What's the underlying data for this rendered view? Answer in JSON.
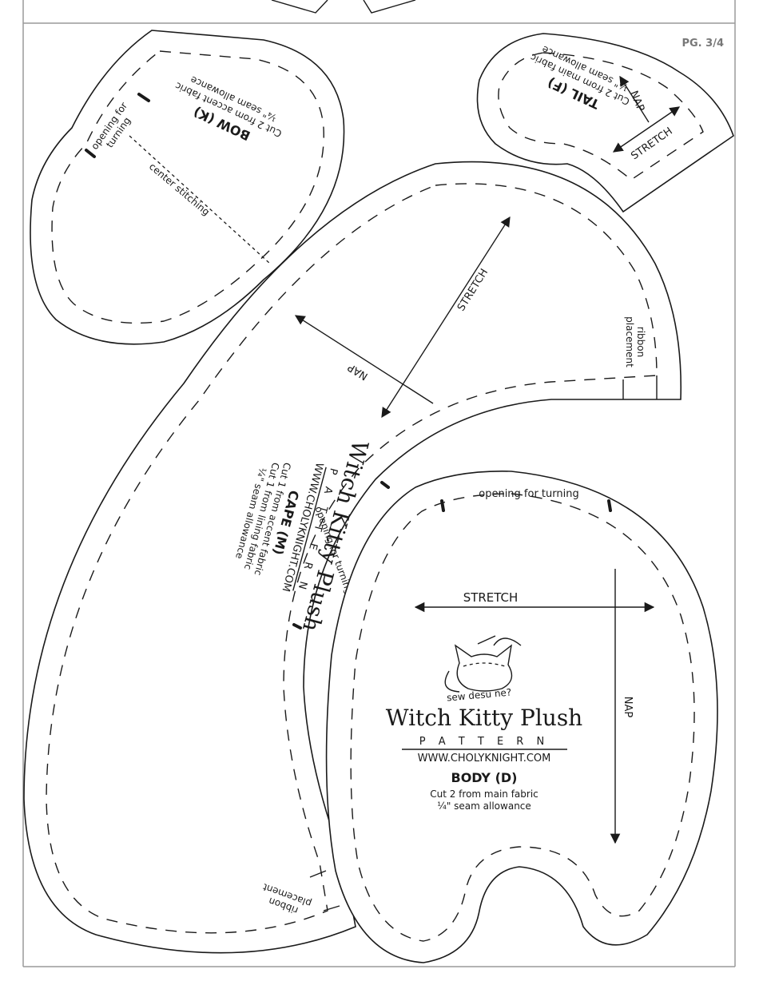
{
  "page_number": "PG. 3/4",
  "pieces": {
    "bow": {
      "name": "BOW (K)",
      "cut": "Cut 2 from accent fabric",
      "seam": "¼\" seam allowance",
      "opening": [
        "opening for",
        "turning"
      ],
      "center": "center stitching"
    },
    "tail": {
      "name": "TAIL (F)",
      "cut": "Cut 2 from main fabric",
      "seam": "¼\" seam allowance",
      "stretch": "STRETCH",
      "nap": "NAP"
    },
    "cape": {
      "brand": "Witch Kitty Plush",
      "brand_sub": "P A T T E R N",
      "website": "WWW.CHOLYKNIGHT.COM",
      "name": "CAPE (M)",
      "cut_accent": "Cut 1 from accent fabric",
      "cut_lining": "Cut 1 from lining fabric",
      "seam": "¼\" seam allowance",
      "stretch": "STRETCH",
      "nap": "NAP",
      "opening": "opening for turning",
      "ribbon_top": [
        "ribbon",
        "placement"
      ],
      "ribbon_bottom": [
        "ribbon",
        "placement"
      ]
    },
    "body": {
      "opening": "opening for turning",
      "stretch": "STRETCH",
      "nap": "NAP",
      "logo_text": "sew desu ne?",
      "brand": "Witch Kitty Plush",
      "brand_sub": "P A T T E R N",
      "website": "WWW.CHOLYKNIGHT.COM",
      "name": "BODY (D)",
      "cut": "Cut 2 from main fabric",
      "seam": "¼\" seam allowance"
    }
  }
}
